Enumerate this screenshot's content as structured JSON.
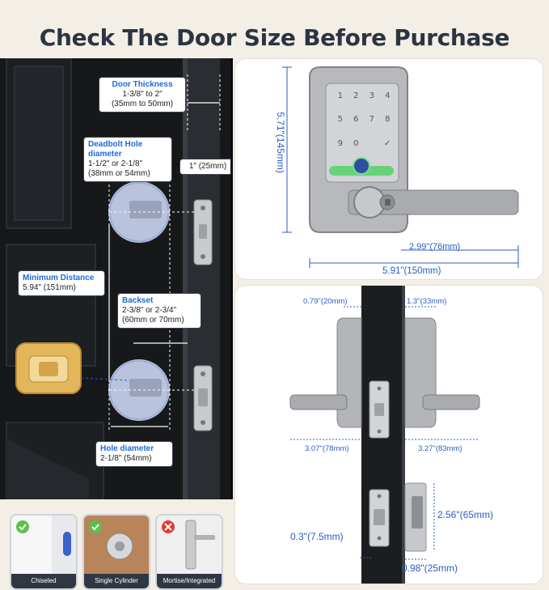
{
  "title": "Check The Door Size Before Purchase",
  "callouts": {
    "door_thickness": {
      "heading": "Door Thickness",
      "line1": "1-3/8\" to 2\"",
      "line2": "(35mm to 50mm)"
    },
    "deadbolt_hole": {
      "heading": "Deadbolt Hole diameter",
      "line1": "1-1/2\" or 2-1/8\"",
      "line2": "(38mm or 54mm)"
    },
    "edge_bore": "1\" (25mm)",
    "min_distance": {
      "heading": "Minimum Distance",
      "line1": "5.94\" (151mm)"
    },
    "backset": {
      "heading": "Backset",
      "line1": "2-3/8\" or 2-3/4\"",
      "line2": "(60mm or 70mm)"
    },
    "hole_diameter": {
      "heading": "Hole diameter",
      "line1": "2-1/8\" (54mm)"
    }
  },
  "front_view": {
    "height": "5.71\"(145mm)",
    "lever_length": "2.99\"(76mm)",
    "total_width": "5.91\"(150mm)",
    "keypad_keys": [
      "1",
      "2",
      "3",
      "4",
      "5",
      "6",
      "7",
      "8",
      "9",
      "0",
      "",
      "✓"
    ]
  },
  "side_view": {
    "inner_depth": "0.79\"(20mm)",
    "outer_depth": "1.3\"(33mm)",
    "left_lever": "3.07\"(78mm)",
    "right_lever": "3.27\"(83mm)",
    "strike_height": "2.56\"(65mm)",
    "strike_depth": "0.3\"(7.5mm)",
    "strike_width": "0.98\"(25mm)"
  },
  "options": [
    {
      "label": "Chiseled",
      "status": "ok"
    },
    {
      "label": "Single Cylinder",
      "status": "ok"
    },
    {
      "label": "Mortise/Integrated",
      "status": "no"
    }
  ],
  "colors": {
    "accent_blue": "#2b5cc6",
    "title": "#2c3441",
    "ok_green": "#5cc04a",
    "no_red": "#e03a3a"
  }
}
